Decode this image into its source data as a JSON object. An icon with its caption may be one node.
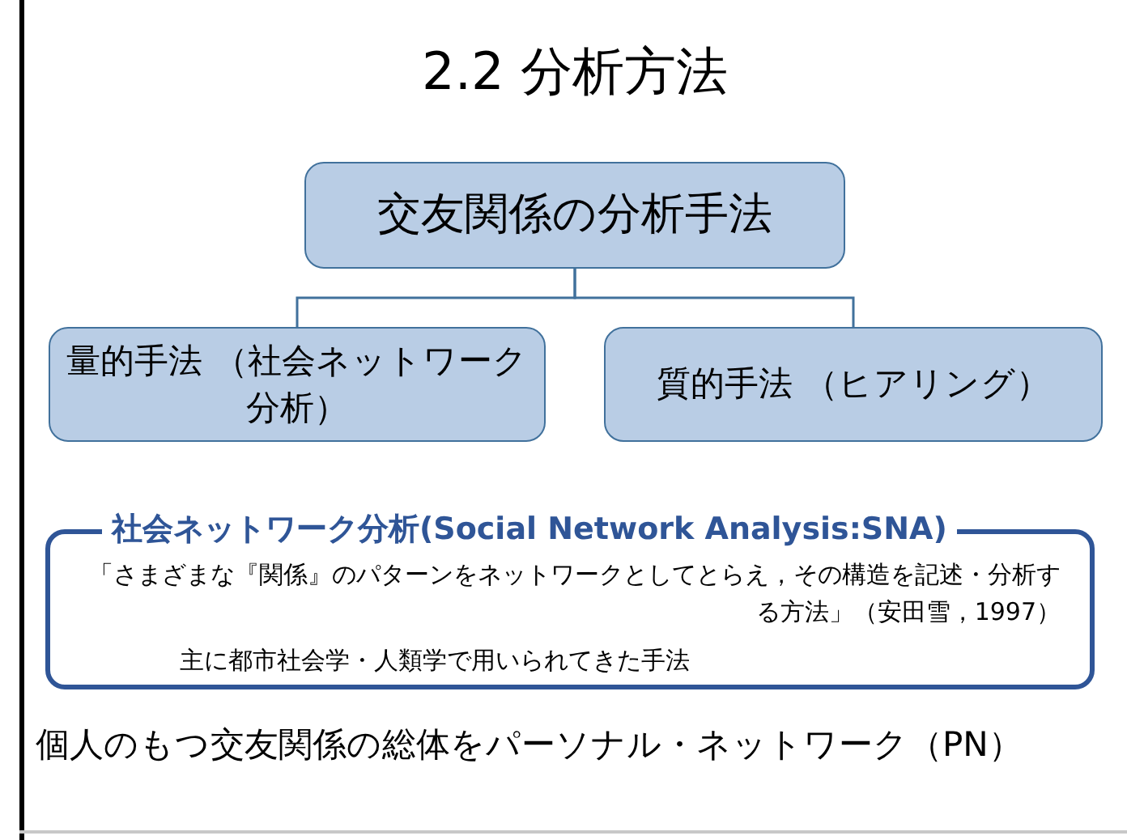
{
  "diagram": {
    "title": "2.2 分析方法",
    "nodes": [
      {
        "text": [
          "交友関係の分析手法"
        ]
      },
      {
        "text": [
          "量的手法 （社会ネットワーク分析）"
        ]
      },
      {
        "text": [
          "質的手法 （ヒアリング）"
        ]
      },
      {
        "text": [
          "社会ネットワーク分析(Social Network Analysis:SNA)",
          "「さまざまな『関係』のパターンをネットワークとしてとらえ，その構造を記述・分析する方法」（安田雪，1997）",
          "主に都市社会学・人類学で用いられてきた手法"
        ]
      }
    ],
    "edges": [
      {
        "from": 0,
        "to": 1,
        "arrow": "none"
      },
      {
        "from": 0,
        "to": 2,
        "arrow": "none"
      }
    ],
    "labels": [
      "個人のもつ交友関係の総体をパーソナル・ネットワーク（PN）"
    ]
  }
}
